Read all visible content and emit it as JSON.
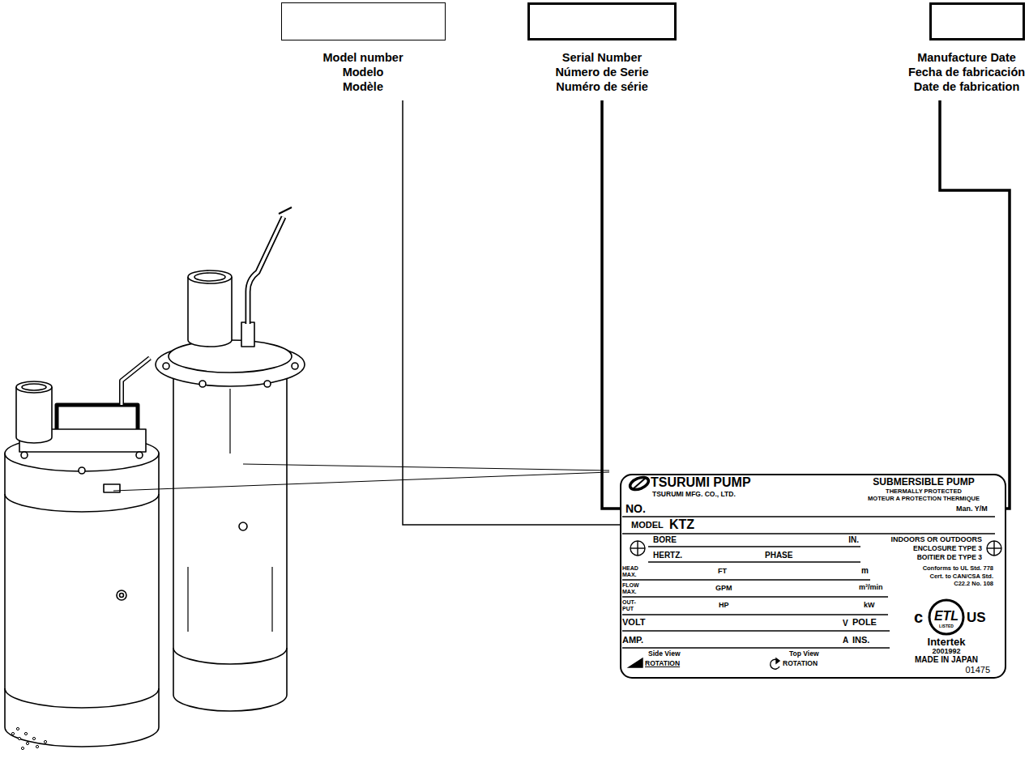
{
  "diagram": {
    "nodes": [
      {
        "text": [
          "Model number",
          "Modelo",
          "Modèle"
        ]
      },
      {
        "text": [
          "Serial Number",
          "Número de Serie",
          "Numéro de série"
        ]
      },
      {
        "text": [
          "Manufacture Date",
          "Fecha de fabricación",
          "Date de fabrication"
        ]
      },
      {
        "text": [
          "TSURUMI PUMP",
          "TSURUMI MFG. CO., LTD.",
          "SUBMERSIBLE PUMP",
          "THERMALLY PROTECTED",
          "MOTEUR A PROTECTION THERMIQUE",
          "NO.",
          "Man. Y/M",
          "MODEL",
          "KTZ",
          "BORE",
          "IN.",
          "INDOORS OR OUTDOORS",
          "HERTZ.",
          "PHASE",
          "ENCLOSURE TYPE 3",
          "BOITIER DE TYPE 3",
          "HEAD MAX.",
          "FT",
          "m",
          "Conforms to UL Std. 778",
          "Cert. to CAN/CSA Std. C22.2 No. 108",
          "FLOW MAX.",
          "GPM",
          "m³/min",
          "OUT- PUT",
          "HP",
          "kW",
          "VOLT",
          "V",
          "POLE",
          "AMP.",
          "A",
          "INS.",
          "Side View",
          "ROTATION",
          "Top View",
          "ROTATION",
          "c",
          "ETL",
          "LISTED",
          "US",
          "Intertek",
          "2001992",
          "MADE IN JAPAN",
          "01475"
        ]
      }
    ],
    "edges": [
      {
        "from": 0,
        "to": 3,
        "arrow": "none"
      },
      {
        "from": 1,
        "to": 3,
        "arrow": "none"
      },
      {
        "from": 2,
        "to": 3,
        "arrow": "none"
      }
    ]
  }
}
